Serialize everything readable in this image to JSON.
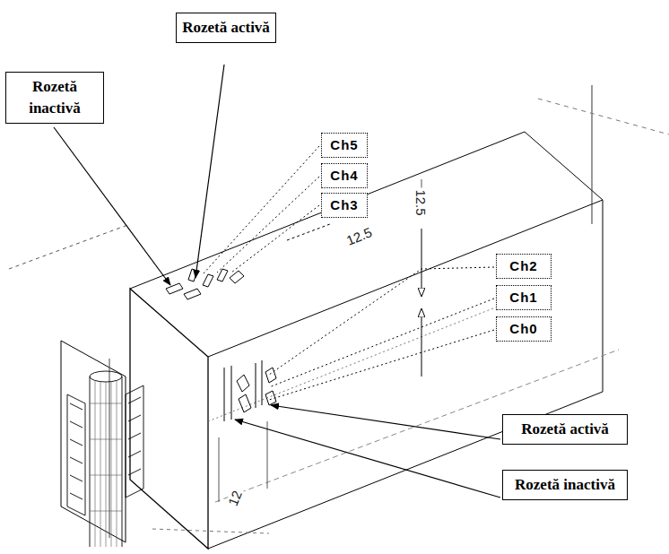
{
  "diagram": {
    "nodes": [
      {
        "text": [
          "Rozetă activă"
        ]
      },
      {
        "text": [
          "Rozetă inactivă"
        ]
      },
      {
        "text": [
          "Ch5"
        ]
      },
      {
        "text": [
          "Ch4"
        ]
      },
      {
        "text": [
          "Ch3"
        ]
      },
      {
        "text": [
          "Ch2"
        ]
      },
      {
        "text": [
          "Ch1"
        ]
      },
      {
        "text": [
          "Ch0"
        ]
      },
      {
        "text": [
          "Rozetă activă"
        ]
      },
      {
        "text": [
          "Rozetă inactivă"
        ]
      }
    ],
    "labels": [
      "12.5",
      "12.5",
      "12"
    ]
  }
}
